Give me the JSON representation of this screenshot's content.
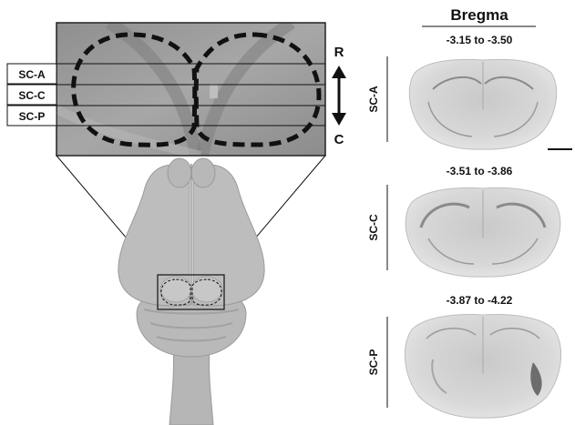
{
  "header": {
    "title": "Bregma"
  },
  "sections": [
    {
      "label": "SC-A",
      "range": "-3.15 to -3.50"
    },
    {
      "label": "SC-C",
      "range": "-3.51 to -3.86"
    },
    {
      "label": "SC-P",
      "range": "-3.87 to -4.22"
    }
  ],
  "axis": {
    "top_label": "R",
    "bottom_label": "C"
  },
  "colors": {
    "zoom_bg": "#9b9b9b",
    "brain": "#bdbdbd",
    "brain_outline": "#9a9a9a",
    "dash": "#111111",
    "slice_tissue": "#dcdcdc"
  },
  "icons": [
    "double-arrow-icon"
  ]
}
